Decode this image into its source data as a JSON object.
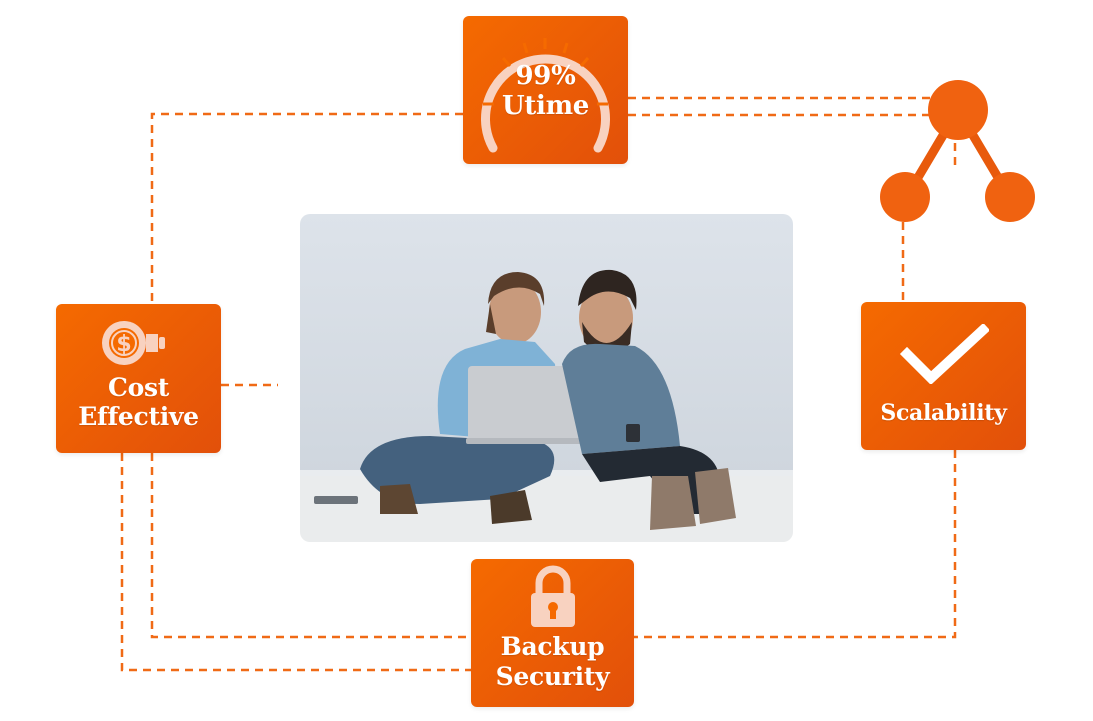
{
  "theme": {
    "accent": "#f06a16",
    "accent_dark": "#e2500a",
    "background": "#ffffff"
  },
  "features": {
    "uptime": {
      "line1": "99%",
      "line2": "Utime",
      "icon": "speedometer-gauge-icon"
    },
    "cost": {
      "line1": "Cost",
      "line2": "Effective",
      "icon": "dollar-lightbulb-icon"
    },
    "scalability": {
      "label": "Scalability",
      "icon": "checkmark-icon"
    },
    "backup": {
      "line1": "Backup",
      "line2": "Security",
      "icon": "padlock-icon"
    }
  },
  "network_icon": "network-nodes-icon",
  "photo": {
    "subject": "two-men-with-laptop-photo"
  }
}
